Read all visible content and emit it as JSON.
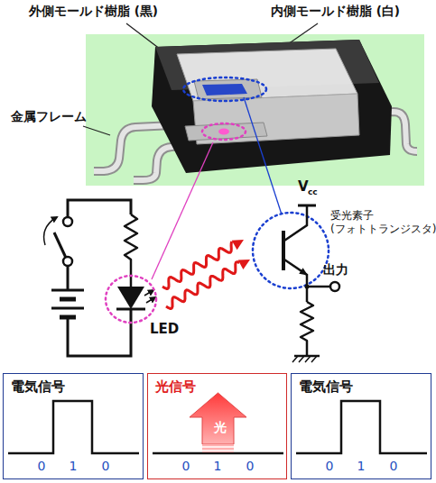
{
  "diagram": {
    "nodes": [
      {
        "text": [
          "電気信号",
          "0",
          "1",
          "0"
        ]
      },
      {
        "text": [
          "光信号",
          "0",
          "1",
          "0"
        ]
      },
      {
        "text": [
          "光"
        ],
        "in": 1
      },
      {
        "text": [
          "電気信号",
          "0",
          "1",
          "0"
        ]
      }
    ],
    "labels": [
      "外側モールド樹脂 (黒)",
      "内側モールド樹脂 (白)",
      "金属フレーム",
      "V",
      "cc",
      "受光素子 (フォトトランジスタ)",
      "出力",
      "LED"
    ]
  }
}
